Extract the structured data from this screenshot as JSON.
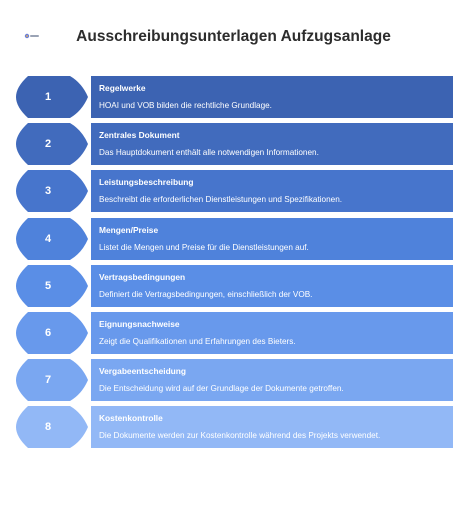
{
  "header": {
    "title": "Ausschreibungsunterlagen Aufzugsanlage",
    "logo_icon": "napkin-logo-icon"
  },
  "steps": [
    {
      "number": "1",
      "title": "Regelwerke",
      "description": "HOAI und VOB bilden die rechtliche Grundlage.",
      "color": "#3c63b2"
    },
    {
      "number": "2",
      "title": "Zentrales Dokument",
      "description": "Das Hauptdokument enthält alle notwendigen Informationen.",
      "color": "#416bbd"
    },
    {
      "number": "3",
      "title": "Leistungsbeschreibung",
      "description": "Beschreibt die erforderlichen Dienstleistungen und Spezifikationen.",
      "color": "#4775cc"
    },
    {
      "number": "4",
      "title": "Mengen/Preise",
      "description": "Listet die Mengen und Preise für die Dienstleistungen auf.",
      "color": "#4f82db"
    },
    {
      "number": "5",
      "title": "Vertragsbedingungen",
      "description": "Definiert die Vertragsbedingungen, einschließlich der VOB.",
      "color": "#5a8ee6"
    },
    {
      "number": "6",
      "title": "Eignungsnachweise",
      "description": "Zeigt die Qualifikationen und Erfahrungen des Bieters.",
      "color": "#6899ec"
    },
    {
      "number": "7",
      "title": "Vergabeentscheidung",
      "description": "Die Entscheidung wird auf der Grundlage der Dokumente getroffen.",
      "color": "#7aa7f1"
    },
    {
      "number": "8",
      "title": "Kostenkontrolle",
      "description": "Die Dokumente werden zur Kostenkontrolle während des Projekts verwendet.",
      "color": "#92b8f6"
    }
  ]
}
